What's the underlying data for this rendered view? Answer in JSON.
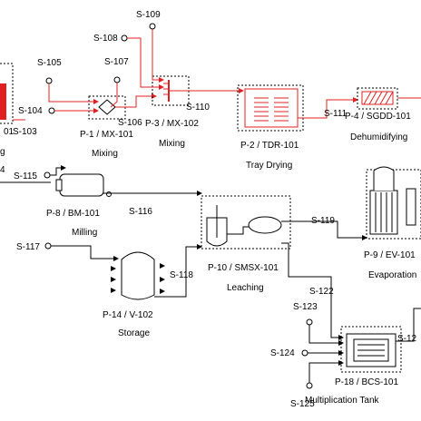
{
  "colors": {
    "process_stream": "#e02020",
    "other_stream": "#000000",
    "box_dash": "#000000",
    "fill_red": "#ffffff"
  },
  "left_edge": {
    "frag_g": "g",
    "frag_01": "01",
    "frag_4": "4"
  },
  "streams": {
    "s103": "S-103",
    "s104": "S-104",
    "s105": "S-105",
    "s106": "S-106",
    "s107": "S-107",
    "s108": "S-108",
    "s109": "S-109",
    "s110": "S-110",
    "s111": "S-111",
    "s115": "S-115",
    "s116": "S-116",
    "s117": "S-117",
    "s118": "S-118",
    "s119": "S-119",
    "s122": "S-122",
    "s123": "S-123",
    "s124": "S-124",
    "s125": "S-125",
    "s12x": "S-12"
  },
  "units": {
    "p1": "P-1 / MX-101",
    "p1_section": "Mixing",
    "p3": "P-3 / MX-102",
    "p3_section": "Mixing",
    "p2": "P-2 / TDR-101",
    "p2_section": "Tray Drying",
    "p4": "P-4 / SGDD-101",
    "p4_section": "Dehumidifying",
    "p8": "P-8 / BM-101",
    "p8_section": "Milling",
    "p10": "P-10 / SMSX-101",
    "p10_section": "Leaching",
    "p9": "P-9 / EV-101",
    "p9_section": "Evaporation",
    "p14": "P-14 / V-102",
    "p14_section": "Storage",
    "p18": "P-18 / BCS-101",
    "p18_section": "Multiplication Tank"
  }
}
